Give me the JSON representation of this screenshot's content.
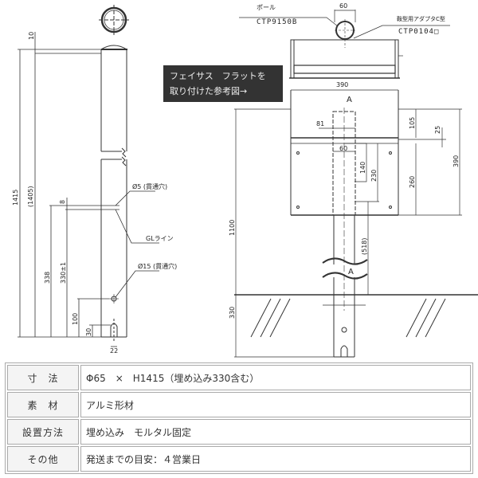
{
  "left_drawing": {
    "dims": {
      "cap": "10",
      "total": "1415",
      "total_paren": "(1405)",
      "gl_offset": "8",
      "below_338": "338",
      "below_330": "330±1",
      "hole_height": "100",
      "slot_height": "30",
      "slot_width": "22"
    },
    "labels": {
      "hole_small": "Ø5 (貫通穴)",
      "gl_line": "GLライン",
      "hole_large": "Ø15 (貫通穴)"
    }
  },
  "right_drawing": {
    "top_view": {
      "pole_label": "ポール",
      "pole_code": "CTP9150B",
      "adapter_label": "鞍型用アダプタC型",
      "adapter_code": "CTP0104□",
      "pole_width": "60",
      "width": "390"
    },
    "front_view": {
      "section_a": "A",
      "dim_81": "81",
      "dim_60": "60",
      "dim_140": "140",
      "dim_230": "230",
      "dim_105": "105",
      "dim_25": "25",
      "dim_260": "260",
      "dim_390": "390",
      "dim_1100": "1100",
      "dim_518": "(518)",
      "dim_330": "330",
      "section_a2": "A"
    }
  },
  "callout": {
    "line1": "フェイサス　フラットを",
    "line2": "取り付けた参考図→"
  },
  "spec_table": {
    "rows": [
      {
        "label": "寸　法",
        "value": "Φ65　×　H1415（埋め込み330含む）"
      },
      {
        "label": "素　材",
        "value": "アルミ形材"
      },
      {
        "label": "設置方法",
        "value": "埋め込み　モルタル固定"
      },
      {
        "label": "その他",
        "value": "発送までの目安：４営業日"
      }
    ]
  }
}
